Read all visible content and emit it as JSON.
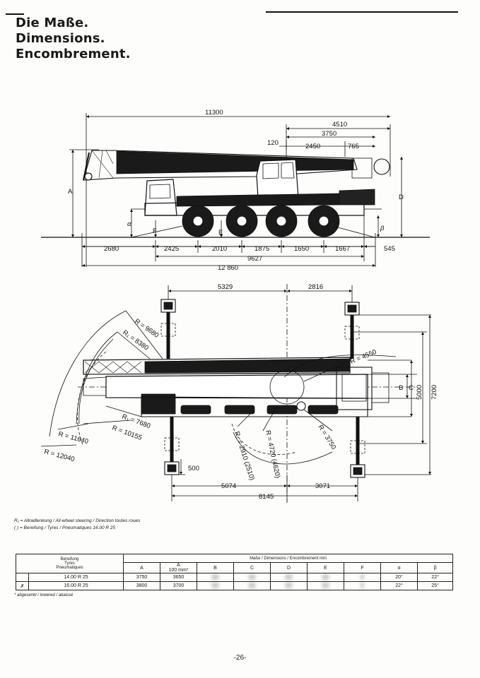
{
  "title": {
    "line1": "Die Maße.",
    "line2": "Dimensions.",
    "line3": "Encombrement."
  },
  "side_view": {
    "overall_length": "11300",
    "rear_overhang": "4510",
    "rear_3750": "3750",
    "dim_120": "120",
    "dim_2450": "2450",
    "dim_765": "765",
    "bottom_2680": "2680",
    "axle_2425": "2425",
    "axle_2010": "2010",
    "axle_1875": "1875",
    "axle_1650": "1650",
    "axle_1667": "1667",
    "dim_545": "545",
    "wheelbase_9627": "9627",
    "total_12860": "12 860",
    "label_A": "A",
    "label_D": "D",
    "label_F": "F",
    "label_E": "E",
    "label_alpha": "α",
    "label_beta": "β"
  },
  "top_view": {
    "dim_5329": "5329",
    "dim_2816": "2816",
    "r_9680": "R = 9680",
    "r1_8380": "R₁ = 8380",
    "r_4550": "R = 4550",
    "r1_7680": "R₁ = 7680",
    "r_10155": "R = 10155",
    "r_11640": "R = 11640",
    "r_12040": "R = 12040",
    "r1_2910": "R₁ = 2910 (2510)",
    "r_4720": "R = 4720 (4620)",
    "r_3750": "R = 3750",
    "dim_500": "500",
    "dim_5074": "5074",
    "dim_3071": "3071",
    "dim_8145": "8145",
    "label_B": "B",
    "label_C": "C",
    "dim_5000": "5000",
    "dim_7200": "7200"
  },
  "notes": {
    "n1": "R₁ = Allradlenkung / All-wheel steering / Direction toutes roues",
    "n2": "( ) = Bereifung / Tyres / Pneumatiques 16.00 R 25"
  },
  "table": {
    "h_tyres": [
      "Bereifung",
      "Tyres",
      "Pneumatiques"
    ],
    "h_group": "Maße / Dimensions / Encombrement mm",
    "cols": [
      "A",
      "A",
      "B",
      "C",
      "D",
      "E",
      "F",
      "α",
      "β"
    ],
    "a_sub": "100 mm*",
    "rows": [
      {
        "mark": "",
        "tyre": "14.00 R 25",
        "cells": [
          "3750",
          "3650",
          "",
          "",
          "",
          "",
          "",
          "20°",
          "22°"
        ]
      },
      {
        "mark": "✗",
        "tyre": "16.00 R 25",
        "cells": [
          "3800",
          "3700",
          "",
          "",
          "",
          "",
          "",
          "22°",
          "25°"
        ]
      }
    ],
    "footnote": "* abgesenkt / lowered / abaissé"
  },
  "page_number": "-26-"
}
